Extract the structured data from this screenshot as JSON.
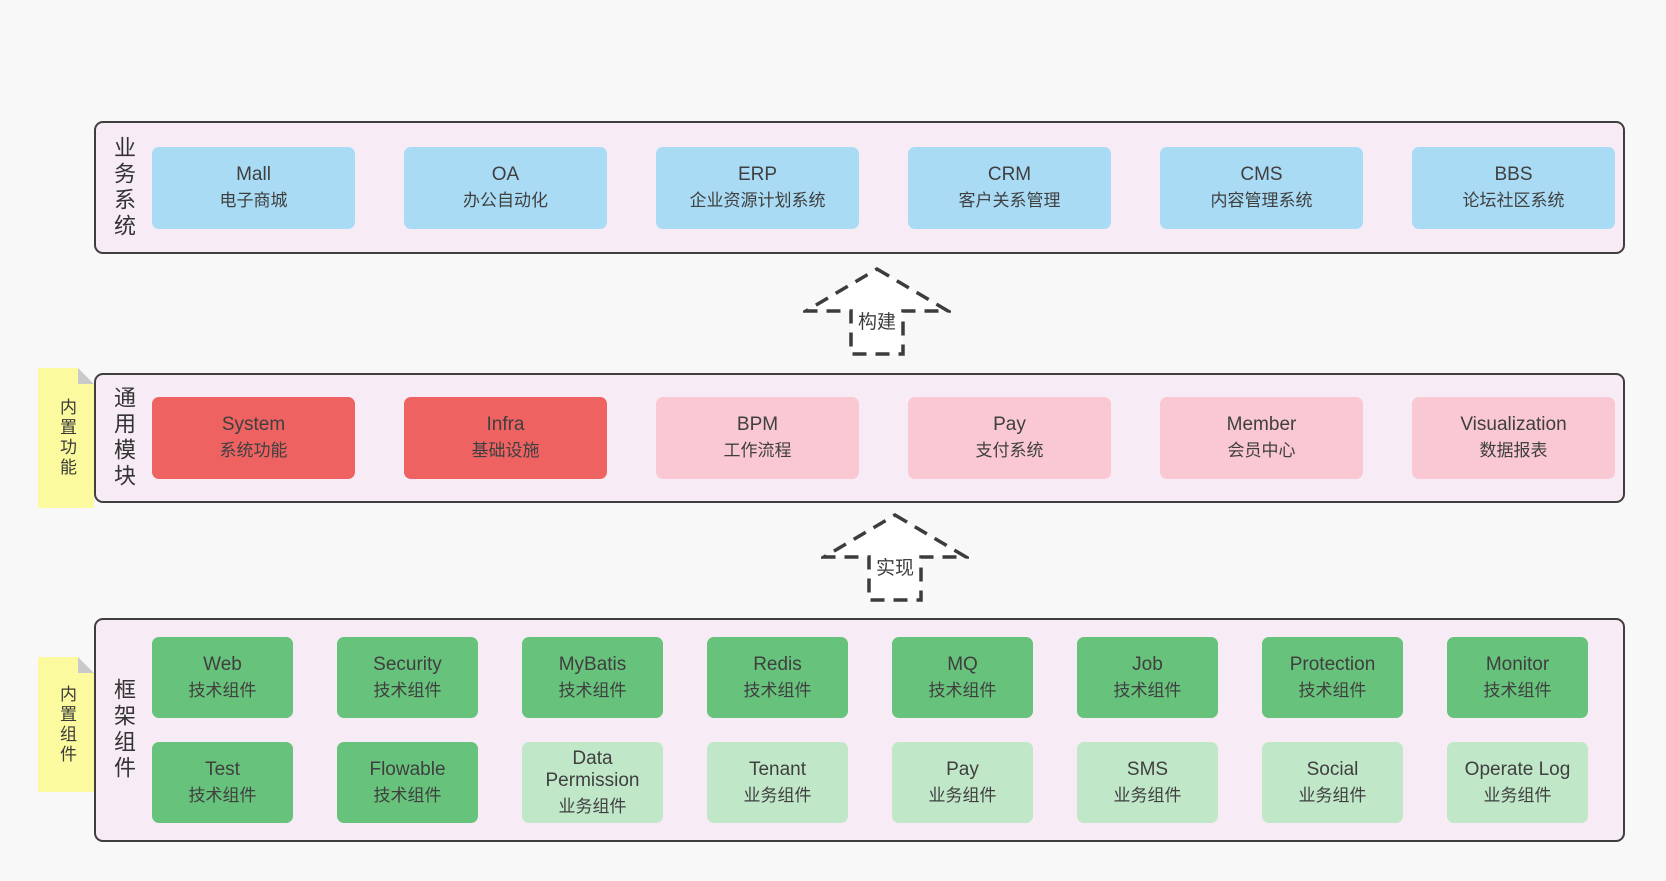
{
  "sections": {
    "business": {
      "label": "业务系统",
      "boxes": [
        {
          "title": "Mall",
          "subtitle": "电子商城"
        },
        {
          "title": "OA",
          "subtitle": "办公自动化"
        },
        {
          "title": "ERP",
          "subtitle": "企业资源计划系统"
        },
        {
          "title": "CRM",
          "subtitle": "客户关系管理"
        },
        {
          "title": "CMS",
          "subtitle": "内容管理系统"
        },
        {
          "title": "BBS",
          "subtitle": "论坛社区系统"
        }
      ]
    },
    "modules": {
      "label": "通用模块",
      "sticky": "内置功能",
      "boxes": [
        {
          "title": "System",
          "subtitle": "系统功能",
          "variant": "red"
        },
        {
          "title": "Infra",
          "subtitle": "基础设施",
          "variant": "red"
        },
        {
          "title": "BPM",
          "subtitle": "工作流程",
          "variant": "pink"
        },
        {
          "title": "Pay",
          "subtitle": "支付系统",
          "variant": "pink"
        },
        {
          "title": "Member",
          "subtitle": "会员中心",
          "variant": "pink"
        },
        {
          "title": "Visualization",
          "subtitle": "数据报表",
          "variant": "pink"
        }
      ]
    },
    "components": {
      "label": "框架组件",
      "sticky": "内置组件",
      "rows": [
        [
          {
            "title": "Web",
            "subtitle": "技术组件",
            "variant": "green"
          },
          {
            "title": "Security",
            "subtitle": "技术组件",
            "variant": "green"
          },
          {
            "title": "MyBatis",
            "subtitle": "技术组件",
            "variant": "green"
          },
          {
            "title": "Redis",
            "subtitle": "技术组件",
            "variant": "green"
          },
          {
            "title": "MQ",
            "subtitle": "技术组件",
            "variant": "green"
          },
          {
            "title": "Job",
            "subtitle": "技术组件",
            "variant": "green"
          },
          {
            "title": "Protection",
            "subtitle": "技术组件",
            "variant": "green"
          },
          {
            "title": "Monitor",
            "subtitle": "技术组件",
            "variant": "green"
          }
        ],
        [
          {
            "title": "Test",
            "subtitle": "技术组件",
            "variant": "green"
          },
          {
            "title": "Flowable",
            "subtitle": "技术组件",
            "variant": "green"
          },
          {
            "title": "Data Permission",
            "subtitle": "业务组件",
            "variant": "lgreen"
          },
          {
            "title": "Tenant",
            "subtitle": "业务组件",
            "variant": "lgreen"
          },
          {
            "title": "Pay",
            "subtitle": "业务组件",
            "variant": "lgreen"
          },
          {
            "title": "SMS",
            "subtitle": "业务组件",
            "variant": "lgreen"
          },
          {
            "title": "Social",
            "subtitle": "业务组件",
            "variant": "lgreen"
          },
          {
            "title": "Operate Log",
            "subtitle": "业务组件",
            "variant": "lgreen"
          }
        ]
      ]
    }
  },
  "arrows": {
    "build": "构建",
    "implement": "实现"
  },
  "colors": {
    "page_bg": "#f8f8f8",
    "frame_bg": "#f7ecf5",
    "frame_border": "#3f3f3f",
    "blue": "#a9dbf5",
    "red": "#ee6262",
    "pink": "#f9c8d3",
    "green": "#67c27b",
    "light_green": "#c1e7c9",
    "sticky_yellow": "#fbfa9e",
    "text": "#3f3f3f"
  }
}
